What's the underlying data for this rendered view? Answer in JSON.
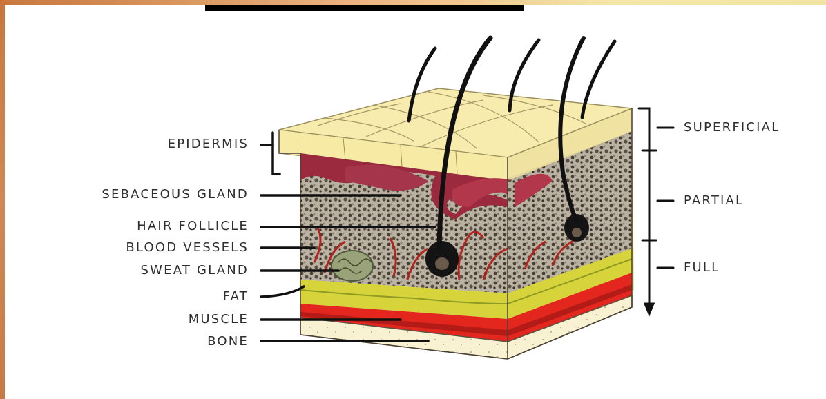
{
  "labels": {
    "epidermis": "EPIDERMIS",
    "sebaceous": "SEBACEOUS GLAND",
    "follicle": "HAIR FOLLICLE",
    "vessels": "BLOOD VESSELS",
    "sweat": "SWEAT GLAND",
    "fat": "FAT",
    "muscle": "MUSCLE",
    "bone": "BONE",
    "superficial": "SUPERFICIAL",
    "partial": "PARTIAL",
    "full": "FULL"
  },
  "colors": {
    "epidermis": "#f6eaa4",
    "dermis": "#9c2a3e",
    "tissue": "#6a5a4a",
    "fat": "#d6d43a",
    "muscle": "#e3271f",
    "bone": "#f8f1d2",
    "hair": "#111111",
    "accent_orange": "#c8773d"
  }
}
